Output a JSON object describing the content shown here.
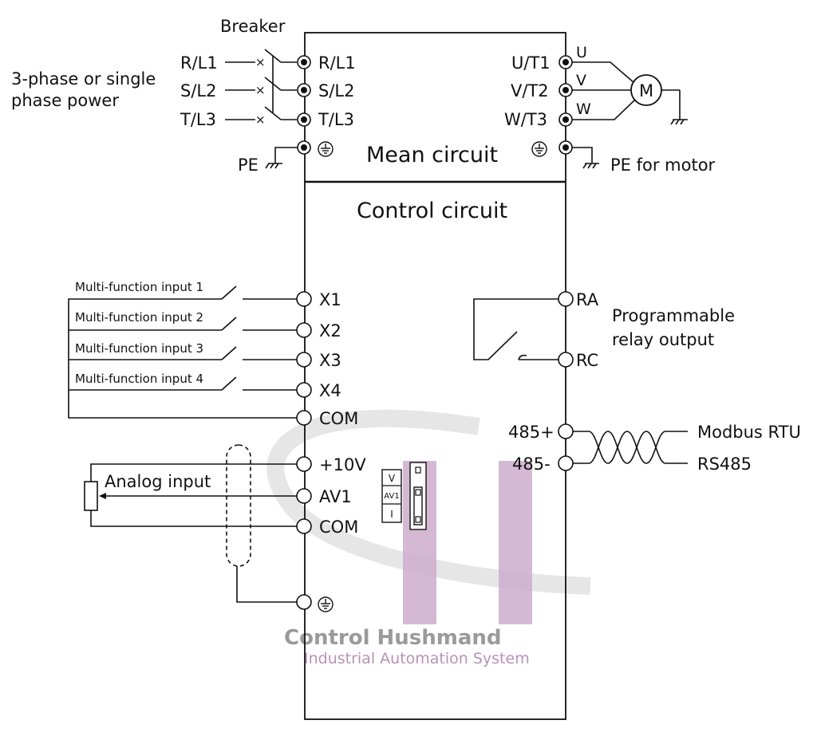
{
  "power": {
    "breaker_label": "Breaker",
    "source_label_line1": "3-phase or single",
    "source_label_line2": "phase power",
    "inputs": [
      "R/L1",
      "S/L2",
      "T/L3"
    ],
    "terminals": [
      "R/L1",
      "S/L2",
      "T/L3"
    ],
    "pe_label": "PE"
  },
  "main_circuit": {
    "title": "Mean circuit",
    "outputs": [
      "U/T1",
      "V/T2",
      "W/T3"
    ],
    "phases": [
      "U",
      "V",
      "W"
    ],
    "motor_label": "M",
    "pe_motor_label": "PE for motor"
  },
  "control_circuit": {
    "title": "Control circuit",
    "inputs": [
      {
        "name": "Multi-function input 1",
        "terminal": "X1"
      },
      {
        "name": "Multi-function input 2",
        "terminal": "X2"
      },
      {
        "name": "Multi-function input 3",
        "terminal": "X3"
      },
      {
        "name": "Multi-function input 4",
        "terminal": "X4"
      }
    ],
    "com_label": "COM",
    "analog": {
      "label": "Analog input",
      "terminals": [
        "+10V",
        "AV1",
        "COM"
      ],
      "switch_labels": [
        "V",
        "AV1",
        "I"
      ]
    },
    "relay": {
      "terminals": [
        "RA",
        "RC"
      ],
      "label_line1": "Programmable",
      "label_line2": "relay output"
    },
    "comm": {
      "terminals": [
        "485+",
        "485-"
      ],
      "label1": "Modbus RTU",
      "label2": "RS485"
    }
  },
  "watermark": {
    "line1": "Control Hushmand",
    "line2": "Industrial Automation System",
    "color": "#b792b7"
  }
}
